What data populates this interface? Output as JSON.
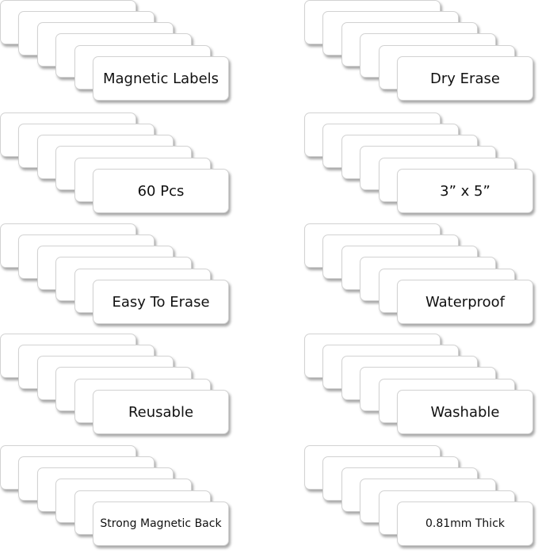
{
  "labels": [
    "Magnetic Labels",
    "Dry Erase",
    "60 Pcs",
    "3” x 5”",
    "Easy To Erase",
    "Waterproof",
    "Reusable",
    "Washable",
    "Strong Magnetic Back",
    "0.81mm Thick"
  ]
}
